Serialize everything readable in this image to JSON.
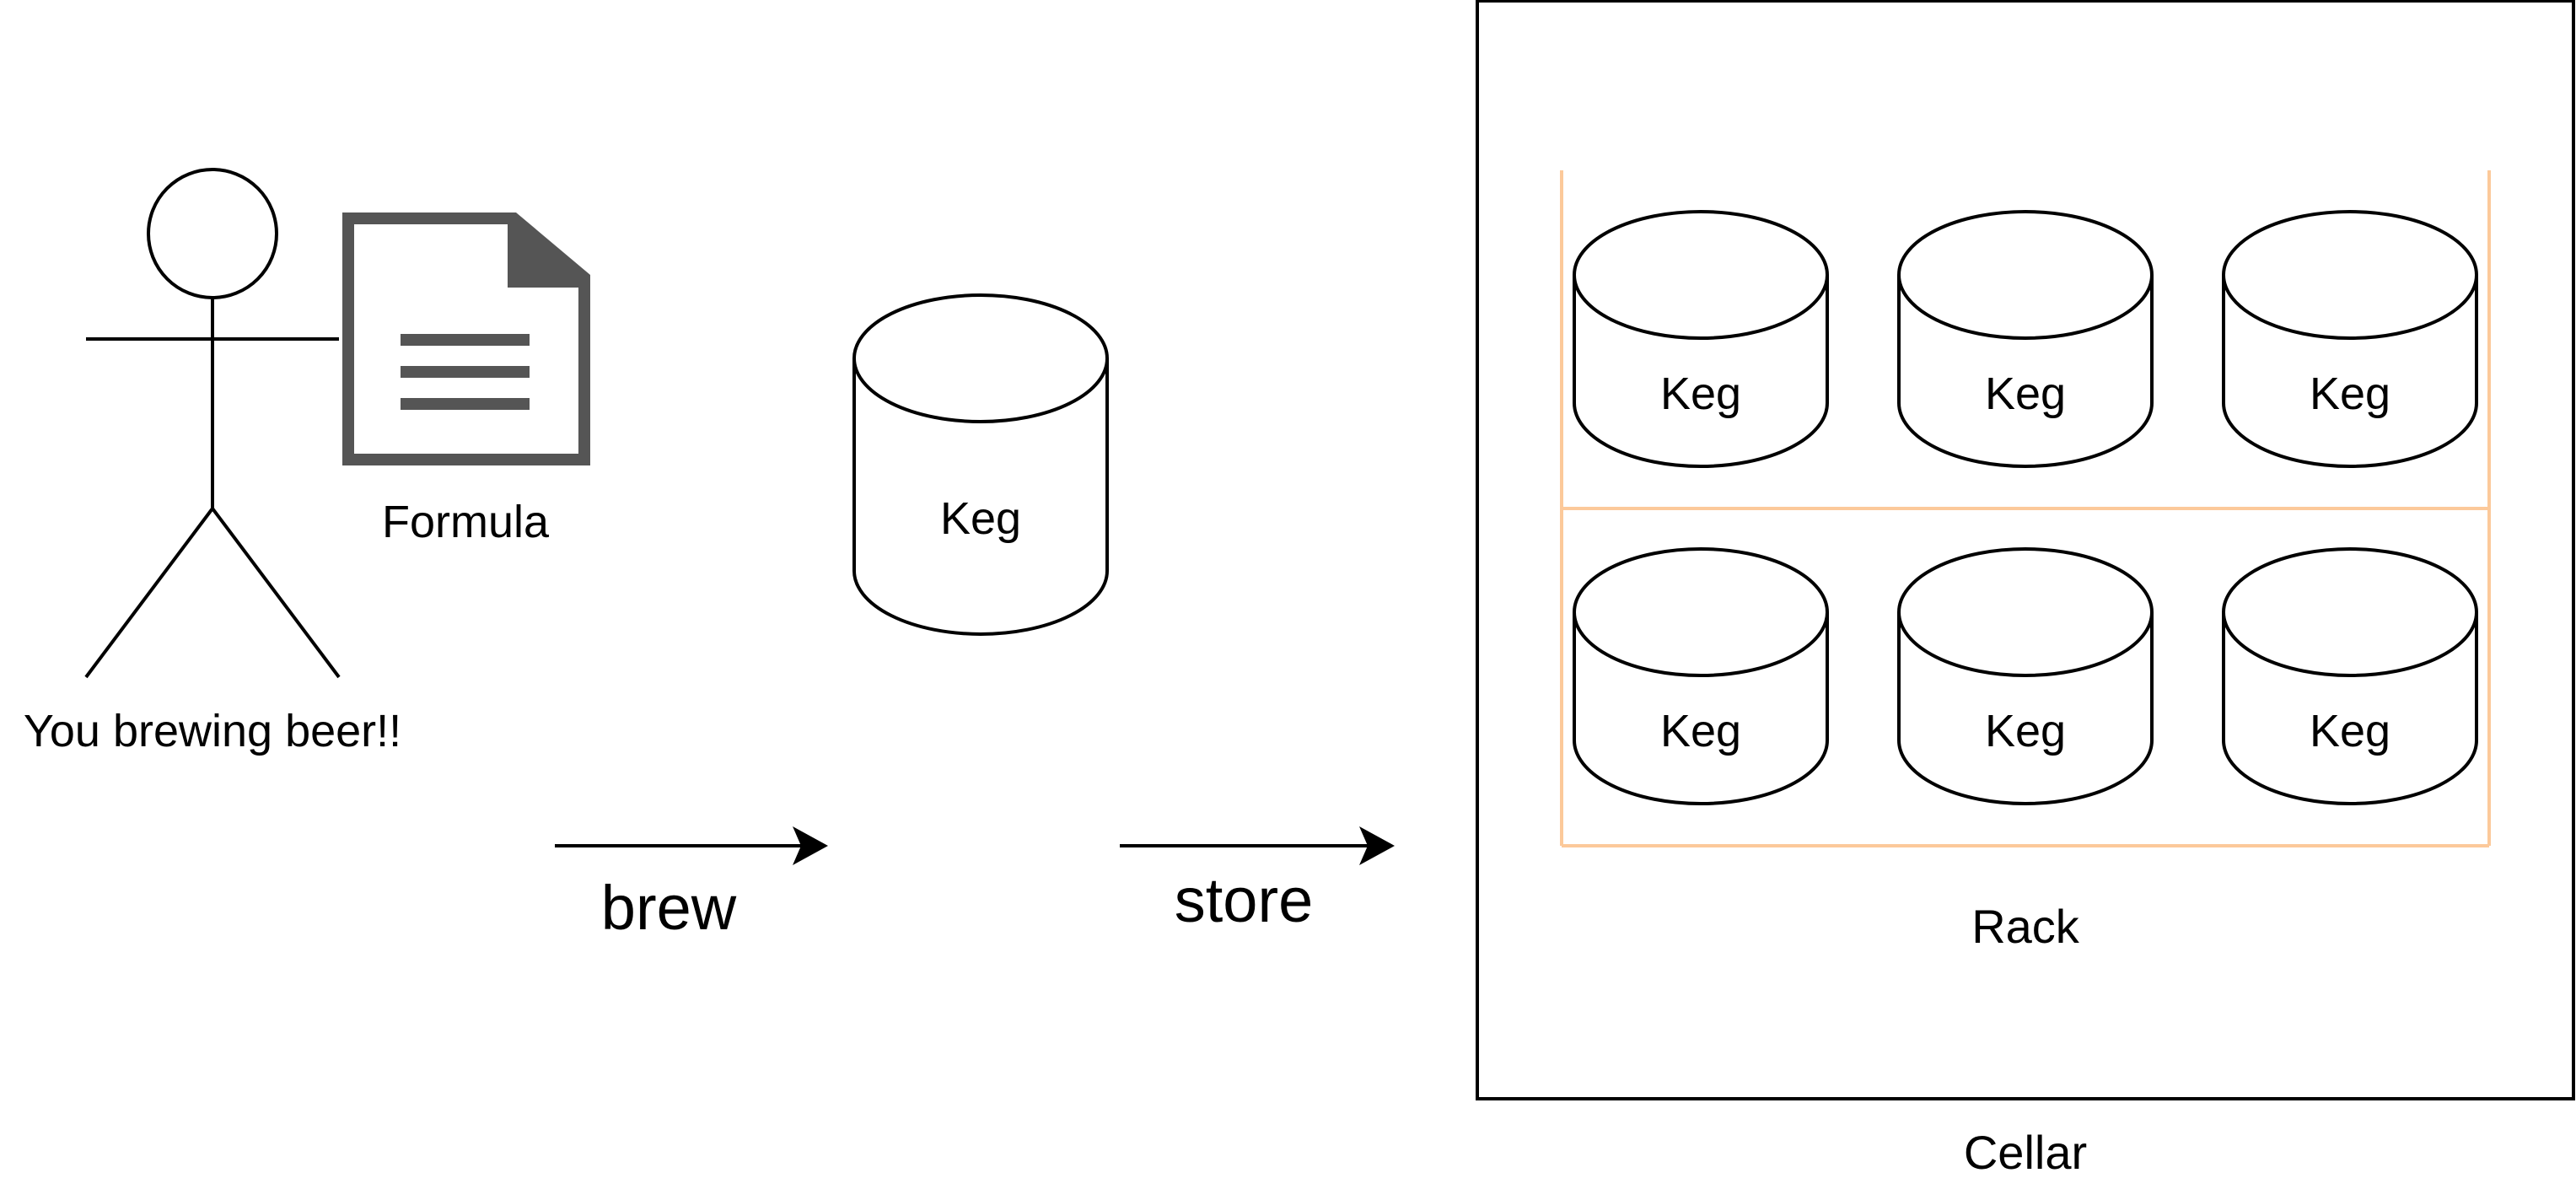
{
  "labels": {
    "person": "You brewing beer!!",
    "formula": "Formula",
    "brew": "brew",
    "store": "store",
    "rack": "Rack",
    "cellar": "Cellar"
  },
  "kegs": {
    "standalone": "Keg",
    "rack": [
      "Keg",
      "Keg",
      "Keg",
      "Keg",
      "Keg",
      "Keg"
    ]
  },
  "colors": {
    "stroke": "#000000",
    "document": "#555555",
    "rack": "#fcc99a",
    "background": "#ffffff"
  },
  "icons": {
    "person": "stick-figure-icon",
    "formula": "document-icon",
    "keg": "cylinder-icon"
  }
}
